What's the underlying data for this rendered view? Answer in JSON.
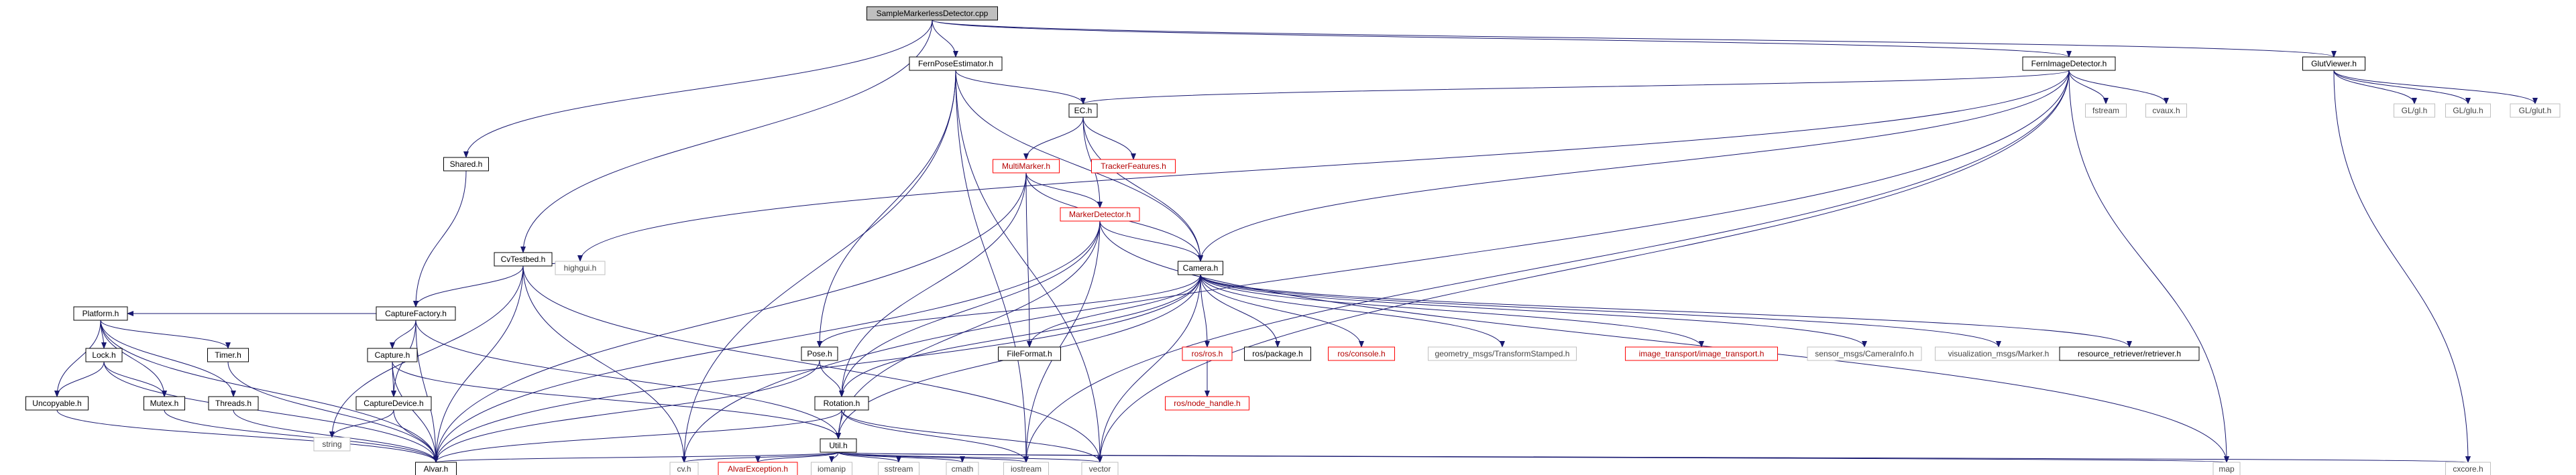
{
  "graph": {
    "nodes": [
      {
        "id": "root",
        "label": "SampleMarkerlessDetector.cpp",
        "style": "root"
      },
      {
        "id": "fpe",
        "label": "FernPoseEstimator.h",
        "style": "link"
      },
      {
        "id": "fid",
        "label": "FernImageDetector.h",
        "style": "link"
      },
      {
        "id": "glut",
        "label": "GlutViewer.h",
        "style": "link"
      },
      {
        "id": "shared",
        "label": "Shared.h",
        "style": "link"
      },
      {
        "id": "cvtb",
        "label": "CvTestbed.h",
        "style": "link"
      },
      {
        "id": "ech",
        "label": "EC.h",
        "style": "link"
      },
      {
        "id": "fstream",
        "label": "fstream",
        "style": "plain"
      },
      {
        "id": "cvaux",
        "label": "cvaux.h",
        "style": "plain"
      },
      {
        "id": "glgl",
        "label": "GL/gl.h",
        "style": "plain"
      },
      {
        "id": "glglu",
        "label": "GL/glu.h",
        "style": "plain"
      },
      {
        "id": "glglut",
        "label": "GL/glut.h",
        "style": "plain"
      },
      {
        "id": "mm",
        "label": "MultiMarker.h",
        "style": "red"
      },
      {
        "id": "tf",
        "label": "TrackerFeatures.h",
        "style": "red"
      },
      {
        "id": "md",
        "label": "MarkerDetector.h",
        "style": "red"
      },
      {
        "id": "highgui",
        "label": "highgui.h",
        "style": "plain"
      },
      {
        "id": "cf",
        "label": "CaptureFactory.h",
        "style": "link"
      },
      {
        "id": "cam",
        "label": "Camera.h",
        "style": "link"
      },
      {
        "id": "plat",
        "label": "Platform.h",
        "style": "link"
      },
      {
        "id": "cap",
        "label": "Capture.h",
        "style": "link"
      },
      {
        "id": "pose",
        "label": "Pose.h",
        "style": "link"
      },
      {
        "id": "ff",
        "label": "FileFormat.h",
        "style": "link"
      },
      {
        "id": "rosros",
        "label": "ros/ros.h",
        "style": "red"
      },
      {
        "id": "rospkg",
        "label": "ros/package.h",
        "style": "link"
      },
      {
        "id": "roscons",
        "label": "ros/console.h",
        "style": "red"
      },
      {
        "id": "geom",
        "label": "geometry_msgs/TransformStamped.h",
        "style": "plain"
      },
      {
        "id": "imgtr",
        "label": "image_transport/image_transport.h",
        "style": "red"
      },
      {
        "id": "sensor",
        "label": "sensor_msgs/CameraInfo.h",
        "style": "plain"
      },
      {
        "id": "vis",
        "label": "visualization_msgs/Marker.h",
        "style": "plain"
      },
      {
        "id": "rr",
        "label": "resource_retriever/retriever.h",
        "style": "link"
      },
      {
        "id": "lock",
        "label": "Lock.h",
        "style": "link"
      },
      {
        "id": "timer",
        "label": "Timer.h",
        "style": "link"
      },
      {
        "id": "capdev",
        "label": "CaptureDevice.h",
        "style": "link"
      },
      {
        "id": "uncop",
        "label": "Uncopyable.h",
        "style": "link"
      },
      {
        "id": "mutex",
        "label": "Mutex.h",
        "style": "link"
      },
      {
        "id": "threads",
        "label": "Threads.h",
        "style": "link"
      },
      {
        "id": "string",
        "label": "string",
        "style": "plain"
      },
      {
        "id": "rot",
        "label": "Rotation.h",
        "style": "link"
      },
      {
        "id": "nodeh",
        "label": "ros/node_handle.h",
        "style": "red"
      },
      {
        "id": "util",
        "label": "Util.h",
        "style": "link"
      },
      {
        "id": "alvar",
        "label": "Alvar.h",
        "style": "link"
      },
      {
        "id": "cvh",
        "label": "cv.h",
        "style": "plain"
      },
      {
        "id": "alvarex",
        "label": "AlvarException.h",
        "style": "red"
      },
      {
        "id": "iomanip",
        "label": "iomanip",
        "style": "plain"
      },
      {
        "id": "sstream",
        "label": "sstream",
        "style": "plain"
      },
      {
        "id": "cmath",
        "label": "cmath",
        "style": "plain"
      },
      {
        "id": "iostream",
        "label": "iostream",
        "style": "plain"
      },
      {
        "id": "vector",
        "label": "vector",
        "style": "plain"
      },
      {
        "id": "map",
        "label": "map",
        "style": "plain"
      },
      {
        "id": "cxcore",
        "label": "cxcore.h",
        "style": "plain"
      }
    ],
    "edges": [
      [
        "root",
        "fpe"
      ],
      [
        "root",
        "fid"
      ],
      [
        "root",
        "glut"
      ],
      [
        "root",
        "shared"
      ],
      [
        "root",
        "cvtb"
      ],
      [
        "fpe",
        "ech"
      ],
      [
        "fpe",
        "cam"
      ],
      [
        "fpe",
        "pose"
      ],
      [
        "fpe",
        "cvh"
      ],
      [
        "fpe",
        "vector"
      ],
      [
        "fpe",
        "iostream"
      ],
      [
        "fid",
        "ech"
      ],
      [
        "fid",
        "fstream"
      ],
      [
        "fid",
        "cvaux"
      ],
      [
        "fid",
        "cam"
      ],
      [
        "fid",
        "highgui"
      ],
      [
        "fid",
        "map"
      ],
      [
        "fid",
        "vector"
      ],
      [
        "fid",
        "iostream"
      ],
      [
        "fid",
        "cvh"
      ],
      [
        "glut",
        "glgl"
      ],
      [
        "glut",
        "glglu"
      ],
      [
        "glut",
        "glglut"
      ],
      [
        "glut",
        "cxcore"
      ],
      [
        "shared",
        "cf"
      ],
      [
        "cvtb",
        "cf"
      ],
      [
        "cvtb",
        "highgui"
      ],
      [
        "cvtb",
        "string"
      ],
      [
        "cvtb",
        "alvar"
      ],
      [
        "cvtb",
        "cvh"
      ],
      [
        "cvtb",
        "vector"
      ],
      [
        "ech",
        "mm"
      ],
      [
        "ech",
        "tf"
      ],
      [
        "ech",
        "md"
      ],
      [
        "ech",
        "cam"
      ],
      [
        "mm",
        "md"
      ],
      [
        "mm",
        "cam"
      ],
      [
        "mm",
        "ff"
      ],
      [
        "mm",
        "rot"
      ],
      [
        "mm",
        "alvar"
      ],
      [
        "md",
        "cam"
      ],
      [
        "md",
        "rot"
      ],
      [
        "md",
        "util"
      ],
      [
        "md",
        "alvar"
      ],
      [
        "md",
        "map"
      ],
      [
        "md",
        "iostream"
      ],
      [
        "cf",
        "plat"
      ],
      [
        "cf",
        "cap"
      ],
      [
        "cf",
        "capdev"
      ],
      [
        "cf",
        "util"
      ],
      [
        "cf",
        "alvar"
      ],
      [
        "cam",
        "pose"
      ],
      [
        "cam",
        "ff"
      ],
      [
        "cam",
        "rosros"
      ],
      [
        "cam",
        "rospkg"
      ],
      [
        "cam",
        "roscons"
      ],
      [
        "cam",
        "geom"
      ],
      [
        "cam",
        "imgtr"
      ],
      [
        "cam",
        "sensor"
      ],
      [
        "cam",
        "vis"
      ],
      [
        "cam",
        "rr"
      ],
      [
        "cam",
        "util"
      ],
      [
        "cam",
        "alvar"
      ],
      [
        "cam",
        "vector"
      ],
      [
        "cam",
        "rot"
      ],
      [
        "plat",
        "lock"
      ],
      [
        "plat",
        "timer"
      ],
      [
        "plat",
        "uncop"
      ],
      [
        "plat",
        "mutex"
      ],
      [
        "plat",
        "threads"
      ],
      [
        "plat",
        "alvar"
      ],
      [
        "cap",
        "capdev"
      ],
      [
        "cap",
        "alvar"
      ],
      [
        "cap",
        "util"
      ],
      [
        "pose",
        "rot"
      ],
      [
        "pose",
        "alvar"
      ],
      [
        "rosros",
        "nodeh"
      ],
      [
        "lock",
        "uncop"
      ],
      [
        "lock",
        "mutex"
      ],
      [
        "lock",
        "alvar"
      ],
      [
        "timer",
        "alvar"
      ],
      [
        "capdev",
        "string"
      ],
      [
        "capdev",
        "alvar"
      ],
      [
        "uncop",
        "alvar"
      ],
      [
        "mutex",
        "alvar"
      ],
      [
        "threads",
        "alvar"
      ],
      [
        "rot",
        "util"
      ],
      [
        "rot",
        "alvar"
      ],
      [
        "rot",
        "vector"
      ],
      [
        "rot",
        "iostream"
      ],
      [
        "util",
        "alvar"
      ],
      [
        "util",
        "cvh"
      ],
      [
        "util",
        "alvarex"
      ],
      [
        "util",
        "iomanip"
      ],
      [
        "util",
        "sstream"
      ],
      [
        "util",
        "cmath"
      ],
      [
        "util",
        "iostream"
      ],
      [
        "util",
        "vector"
      ],
      [
        "util",
        "map"
      ],
      [
        "util",
        "cxcore"
      ]
    ]
  },
  "colors": {
    "edge": "#191970",
    "link_border": "#000000",
    "link_text": "#000000",
    "red_border": "#ff0000",
    "red_text": "#b50000",
    "plain_border": "#bfbfbf",
    "plain_text": "#444444",
    "root_fill": "#bfbfbf"
  }
}
